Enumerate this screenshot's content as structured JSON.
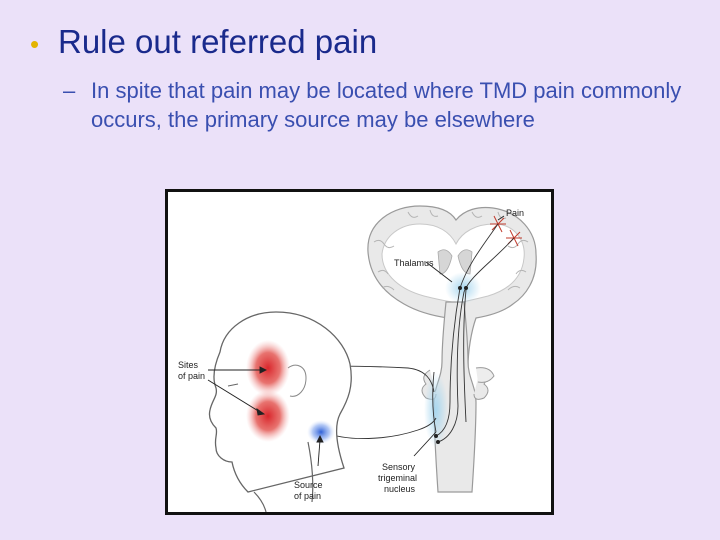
{
  "slide": {
    "title": "Rule out referred pain",
    "subpoint": "In spite that pain may be located where TMD pain commonly occurs, the primary source may be elsewhere"
  },
  "figure": {
    "labels": {
      "pain": "Pain",
      "thalamus": "Thalamus",
      "sites_of_pain_line1": "Sites",
      "sites_of_pain_line2": "of pain",
      "source_of_pain_line1": "Source",
      "source_of_pain_line2": "of pain",
      "sensory_line1": "Sensory",
      "sensory_line2": "trigeminal",
      "sensory_line3": "nucleus"
    },
    "colors": {
      "pain_site": "#d9262c",
      "pain_source": "#2e5fd6",
      "nucleus_highlight": "#a9d7ef",
      "brain_fill": "#e9e9e9",
      "brain_outline": "#9a9a9a"
    }
  }
}
